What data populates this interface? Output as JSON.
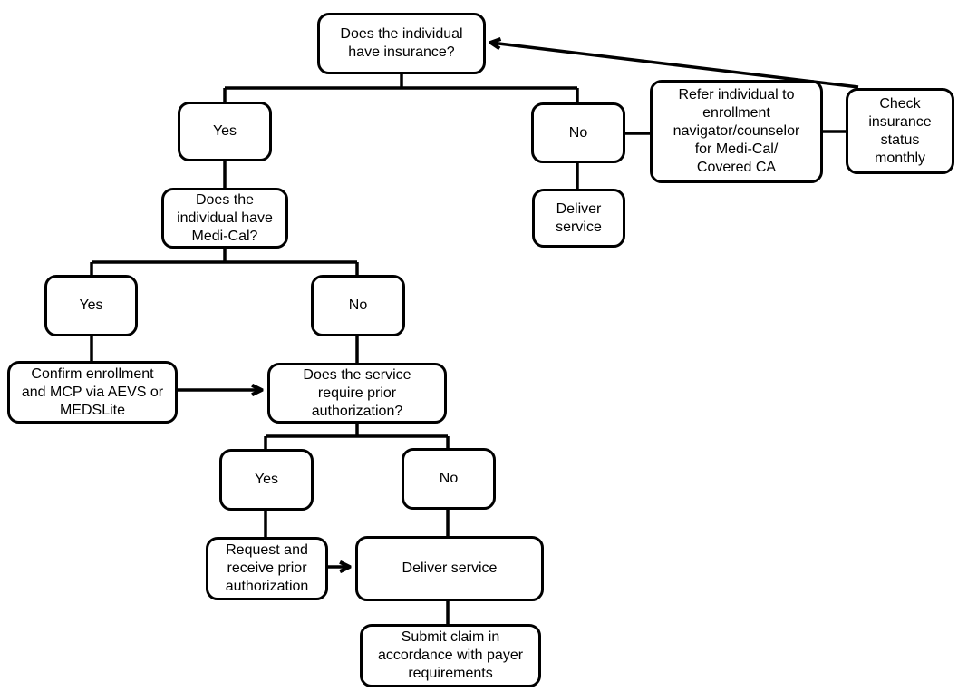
{
  "diagram": {
    "type": "flowchart",
    "colors": {
      "stroke": "#000000",
      "background": "#ffffff",
      "text": "#000000"
    },
    "nodes": {
      "q_insurance": {
        "label": "Does the individual\nhave insurance?"
      },
      "yes_insurance": {
        "label": "Yes"
      },
      "no_insurance": {
        "label": "No"
      },
      "refer": {
        "label": "Refer individual to\nenrollment\nnavigator/counselor\nfor Medi-Cal/\nCovered CA"
      },
      "check_monthly": {
        "label": "Check\ninsurance\nstatus\nmonthly"
      },
      "deliver_service_uninsured": {
        "label": "Deliver\nservice"
      },
      "q_medical": {
        "label": "Does the\nindividual have\nMedi-Cal?"
      },
      "yes_medical": {
        "label": "Yes"
      },
      "confirm_enrollment": {
        "label": "Confirm enrollment\nand MCP via AEVS or\nMEDSLite"
      },
      "no_medical": {
        "label": "No"
      },
      "q_prior_auth": {
        "label": "Does the service\nrequire prior\nauthorization?"
      },
      "yes_prior_auth": {
        "label": "Yes"
      },
      "no_prior_auth": {
        "label": "No"
      },
      "request_auth": {
        "label": "Request and\nreceive prior\nauthorization"
      },
      "deliver_service": {
        "label": "Deliver service"
      },
      "submit_claim": {
        "label": "Submit claim in\naccordance with payer\nrequirements"
      }
    },
    "edges": [
      {
        "from": "q_insurance",
        "to": "yes_insurance",
        "arrow": false
      },
      {
        "from": "q_insurance",
        "to": "no_insurance",
        "arrow": false
      },
      {
        "from": "yes_insurance",
        "to": "q_medical",
        "arrow": false
      },
      {
        "from": "no_insurance",
        "to": "deliver_service_uninsured",
        "arrow": false
      },
      {
        "from": "no_insurance",
        "to": "refer",
        "arrow": false
      },
      {
        "from": "refer",
        "to": "check_monthly",
        "arrow": false
      },
      {
        "from": "check_monthly",
        "to": "q_insurance",
        "arrow": true
      },
      {
        "from": "q_medical",
        "to": "yes_medical",
        "arrow": false
      },
      {
        "from": "q_medical",
        "to": "no_medical",
        "arrow": false
      },
      {
        "from": "yes_medical",
        "to": "confirm_enrollment",
        "arrow": false
      },
      {
        "from": "confirm_enrollment",
        "to": "q_prior_auth",
        "arrow": true
      },
      {
        "from": "no_medical",
        "to": "q_prior_auth",
        "arrow": false
      },
      {
        "from": "q_prior_auth",
        "to": "yes_prior_auth",
        "arrow": false
      },
      {
        "from": "q_prior_auth",
        "to": "no_prior_auth",
        "arrow": false
      },
      {
        "from": "yes_prior_auth",
        "to": "request_auth",
        "arrow": false
      },
      {
        "from": "request_auth",
        "to": "deliver_service",
        "arrow": true
      },
      {
        "from": "no_prior_auth",
        "to": "deliver_service",
        "arrow": false
      },
      {
        "from": "deliver_service",
        "to": "submit_claim",
        "arrow": false
      }
    ]
  }
}
